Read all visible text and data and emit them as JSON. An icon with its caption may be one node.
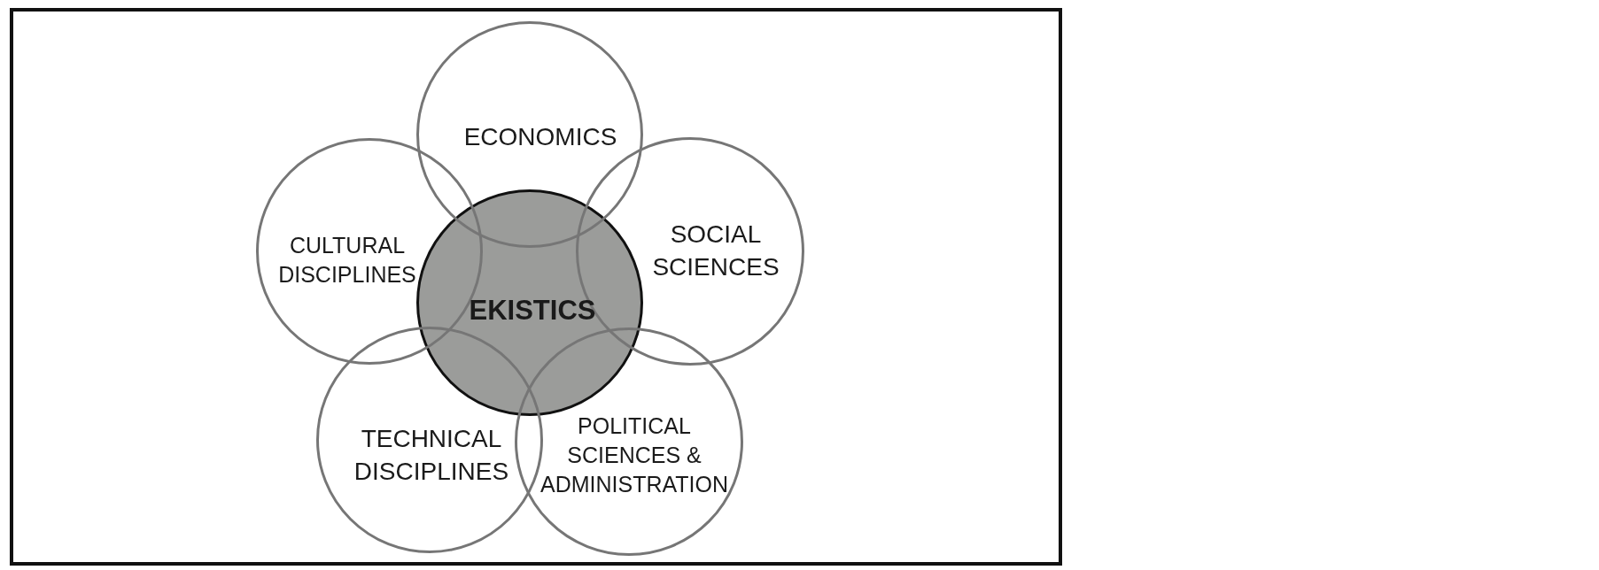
{
  "diagram": {
    "nodes": [
      {
        "text": [
          "ECONOMICS"
        ]
      },
      {
        "text": [
          "CULTURAL DISCIPLINES"
        ]
      },
      {
        "text": [
          "SOCIAL SCIENCES"
        ]
      },
      {
        "text": [
          "EKISTICS"
        ]
      },
      {
        "text": [
          "TECHNICAL DISCIPLINES"
        ]
      },
      {
        "text": [
          "POLITICAL SCIENCES & ADMINISTRATION"
        ]
      }
    ]
  }
}
